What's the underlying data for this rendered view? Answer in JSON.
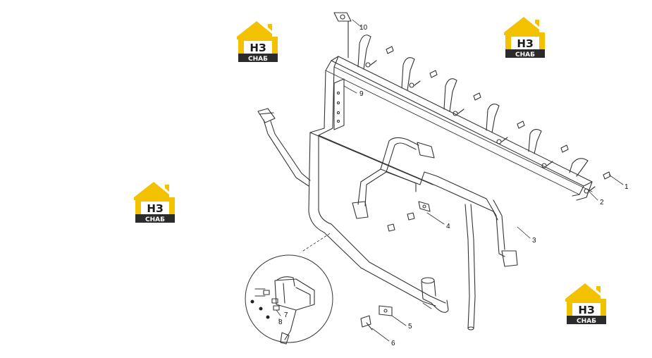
{
  "callouts": [
    {
      "label": "1"
    },
    {
      "label": "2"
    },
    {
      "label": "3"
    },
    {
      "label": "4"
    },
    {
      "label": "5"
    },
    {
      "label": "6"
    },
    {
      "label": "7"
    },
    {
      "label": "8"
    },
    {
      "label": "9"
    },
    {
      "label": "10"
    }
  ],
  "watermark": {
    "letters": "НЗ",
    "caption": "СНАБ",
    "colors": {
      "roof": "#f2c200",
      "body": "#f2c200",
      "band": "#2b2b2b",
      "letters": "#1a1a1a"
    }
  },
  "colors": {
    "line": "#333333",
    "background": "#ffffff"
  }
}
